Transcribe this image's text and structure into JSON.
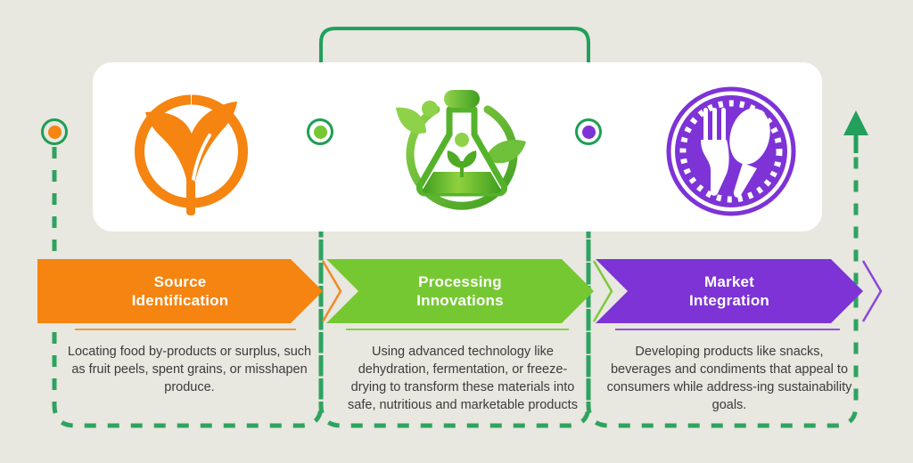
{
  "canvas": {
    "background": "#e8e7e0",
    "card_background": "#ffffff"
  },
  "palette": {
    "orange": "#f58410",
    "orange_dark": "#ef7f08",
    "green": "#76c832",
    "green_dark": "#6dbd2c",
    "purple": "#7d33d6",
    "purple_dark": "#7430c9",
    "line_green": "#22a05c",
    "dash_green": "#2ea35f",
    "text_dark": "#3b3b3b",
    "text_white": "#ffffff"
  },
  "steps": [
    {
      "id": "source-identification",
      "index": 1,
      "title_line1": "Source",
      "title_line2": "Identification",
      "description": "Locating food by-products or surplus, such as fruit peels, spent grains, or misshapen produce.",
      "color": "#f58410",
      "icon": "sprout-leaves-circle-icon",
      "dot_fill": "#f58410"
    },
    {
      "id": "processing-innovations",
      "index": 2,
      "title_line1": "Processing",
      "title_line2": "Innovations",
      "description": "Using advanced technology like dehydration, fermentation, or freeze-drying to transform these materials into safe, nutritious and marketable products",
      "color": "#76c832",
      "icon": "flask-plant-circle-icon",
      "dot_fill": "#76c832"
    },
    {
      "id": "market-integration",
      "index": 3,
      "title_line1": "Market",
      "title_line2": "Integration",
      "description": "Developing products like snacks, beverages and condiments that appeal to consumers while address-ing sustainability goals.",
      "color": "#7d33d6",
      "icon": "fork-spoon-badge-icon",
      "dot_fill": "#7d33d6"
    }
  ],
  "connectors": {
    "top_curve": {
      "style": "solid",
      "color": "#22a05c",
      "from": "dot2",
      "to": "dot3"
    },
    "loops": [
      {
        "style": "dashed",
        "color": "#2ea35f",
        "from": "dot1",
        "to": "dot2"
      },
      {
        "style": "dashed",
        "color": "#2ea35f",
        "from": "dot2",
        "to": "dot3"
      },
      {
        "style": "dashed",
        "color": "#2ea35f",
        "from": "dot3",
        "to": "end-arrow"
      }
    ],
    "end_arrow": {
      "direction": "up",
      "color": "#22a05c",
      "name": "flow-end-arrow"
    }
  }
}
